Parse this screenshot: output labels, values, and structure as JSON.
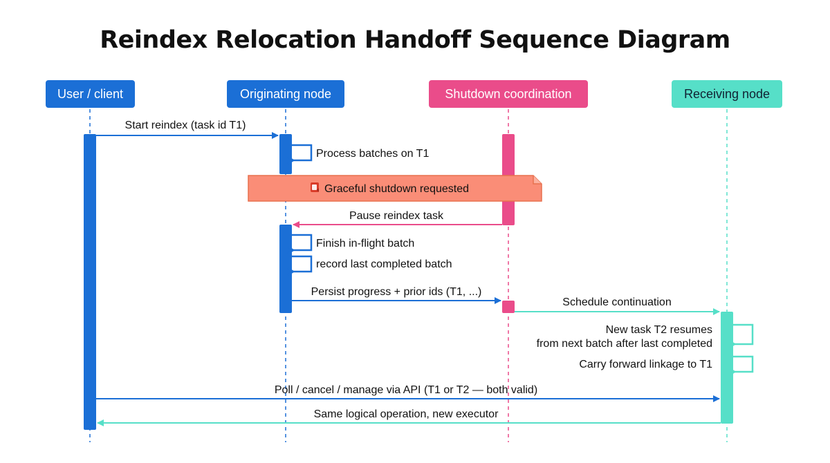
{
  "title": "Reindex Relocation Handoff Sequence Diagram",
  "participants": {
    "user": "User / client",
    "originating": "Originating node",
    "shutdown": "Shutdown coordination",
    "receiving": "Receiving node"
  },
  "colors": {
    "blue": "#1b6fd6",
    "pink": "#ea4c8a",
    "teal": "#56dfc8",
    "note_fill": "#fa8d77",
    "note_border": "#e8714f"
  },
  "note": {
    "icon": "document-icon",
    "text": "Graceful shutdown requested"
  },
  "messages": {
    "start_reindex": "Start reindex (task id T1)",
    "process_batches": "Process batches on T1",
    "pause_task": "Pause reindex task",
    "finish_batch": "Finish in-flight batch",
    "record_batch": "record last completed batch",
    "persist_progress": "Persist progress + prior ids (T1, ...)",
    "schedule_continuation": "Schedule continuation",
    "t2_resumes_line1": "New task T2 resumes",
    "t2_resumes_line2": "from next batch after last completed",
    "carry_forward": "Carry forward linkage to T1",
    "poll_cancel": "Poll / cancel / manage via API (T1 or T2 — both valid)",
    "same_operation": "Same logical operation, new executor"
  }
}
